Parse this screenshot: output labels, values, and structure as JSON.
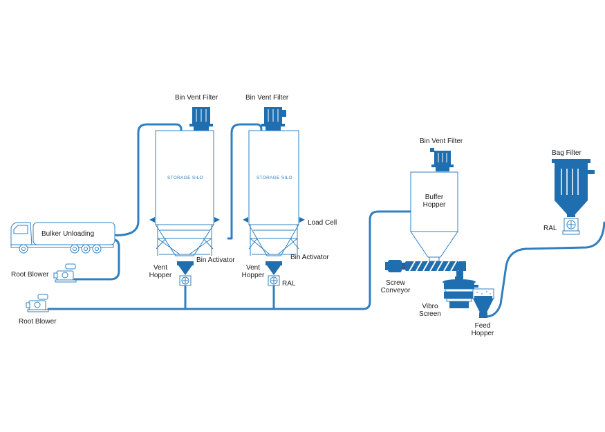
{
  "colors": {
    "pipe": "#2f7fc1",
    "equipment": "#1f6fb0",
    "text": "#1a1a1a"
  },
  "labels": {
    "bin_vent_filter_1": "Bin Vent Filter",
    "bin_vent_filter_2": "Bin Vent Filter",
    "bin_vent_filter_3": "Bin Vent Filter",
    "storage_silo_1": "STORAGE SILO",
    "storage_silo_2": "STORAGE SILO",
    "bulker_unloading": "Bulker Unloading",
    "load_cell": "Load Cell",
    "bin_activator_1": "Bin Activator",
    "bin_activator_2": "Bin Activator",
    "vent_hopper_1": [
      "Vent",
      "Hopper"
    ],
    "vent_hopper_2": [
      "Vent",
      "Hopper"
    ],
    "ral_1": "RAL",
    "ral_2": "RAL",
    "root_blower_1": "Root Blower",
    "root_blower_2": "Root Blower",
    "buffer_hopper": [
      "Buffer",
      "Hopper"
    ],
    "screw_conveyor": [
      "Screw",
      "Conveyor"
    ],
    "vibro_screen": [
      "Vibro",
      "Screen"
    ],
    "feed_hopper": [
      "Feed",
      "Hopper"
    ],
    "bag_filter": "Bag Filter"
  }
}
